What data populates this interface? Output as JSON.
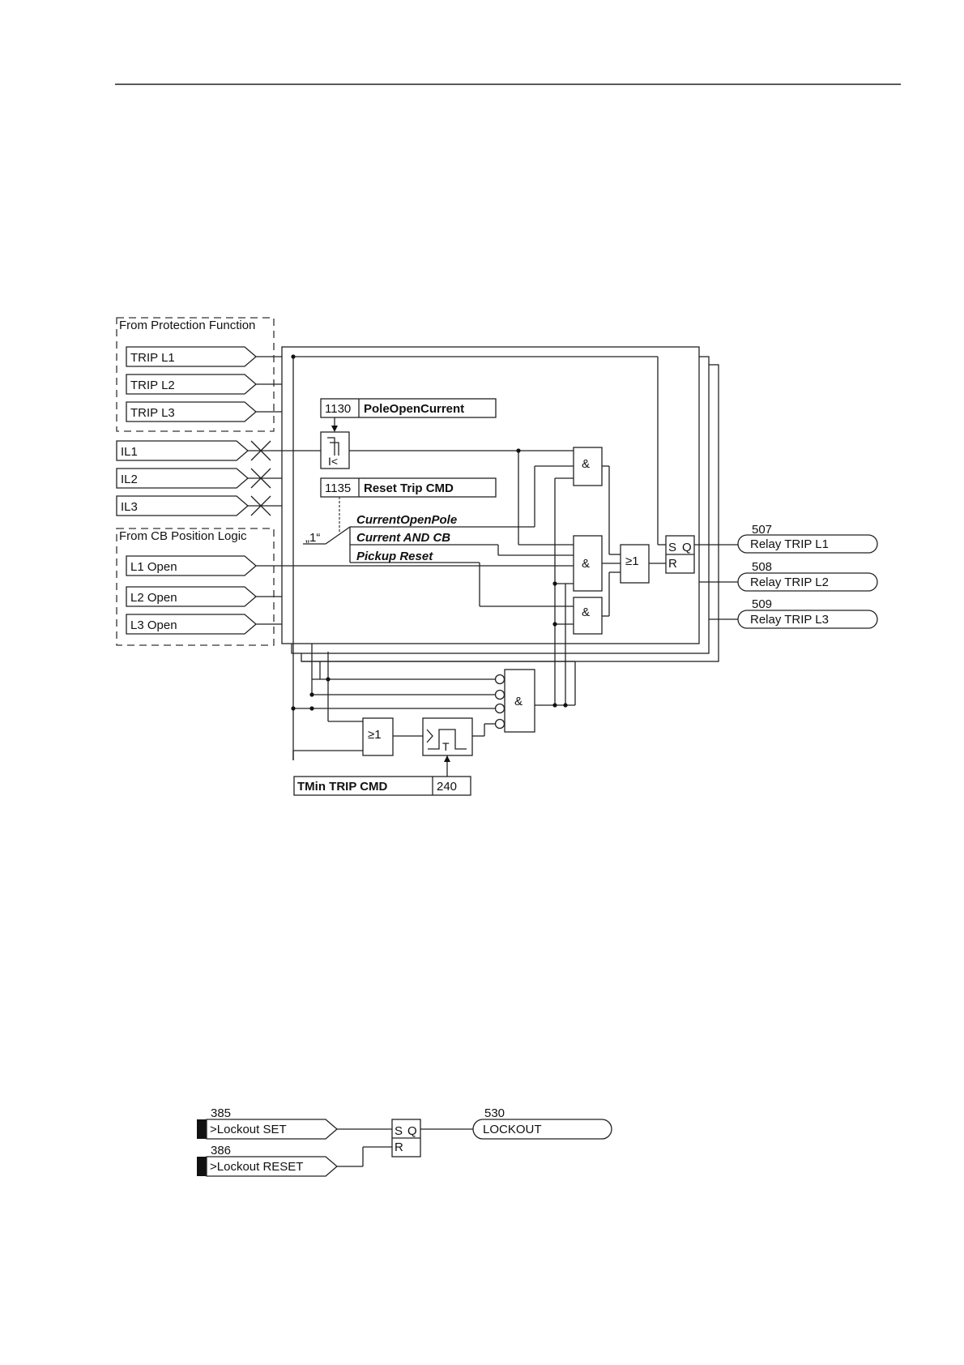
{
  "diagram1": {
    "group_protection": "From Protection Function",
    "trip_inputs": [
      "TRIP L1",
      "TRIP L2",
      "TRIP L3"
    ],
    "current_inputs": [
      "IL1",
      "IL2",
      "IL3"
    ],
    "group_cb": "From CB Position Logic",
    "cb_inputs": [
      "L1 Open",
      "L2 Open",
      "L3 Open"
    ],
    "param_pole_open": {
      "code": "1130",
      "name": "PoleOpenCurrent"
    },
    "threshold_label": "I<",
    "param_reset_trip": {
      "code": "1135",
      "name": "Reset Trip CMD"
    },
    "switch_label": "„1“",
    "options": [
      "CurrentOpenPole",
      "Current AND CB",
      "Pickup Reset"
    ],
    "and_symbol": "&",
    "or_symbol": "≥1",
    "ff_s": "S",
    "ff_q": "Q",
    "ff_r": "R",
    "timer_symbol": "T",
    "outputs": [
      {
        "number": "507",
        "label": "Relay TRIP L1"
      },
      {
        "number": "508",
        "label": "Relay TRIP L2"
      },
      {
        "number": "509",
        "label": "Relay TRIP L3"
      }
    ],
    "param_tmin": {
      "name": "TMin TRIP CMD",
      "code": "240"
    }
  },
  "diagram2": {
    "inputs": [
      {
        "number": "385",
        "label": ">Lockout SET"
      },
      {
        "number": "386",
        "label": ">Lockout RESET"
      }
    ],
    "ff_s": "S",
    "ff_q": "Q",
    "ff_r": "R",
    "output": {
      "number": "530",
      "label": "LOCKOUT"
    }
  }
}
